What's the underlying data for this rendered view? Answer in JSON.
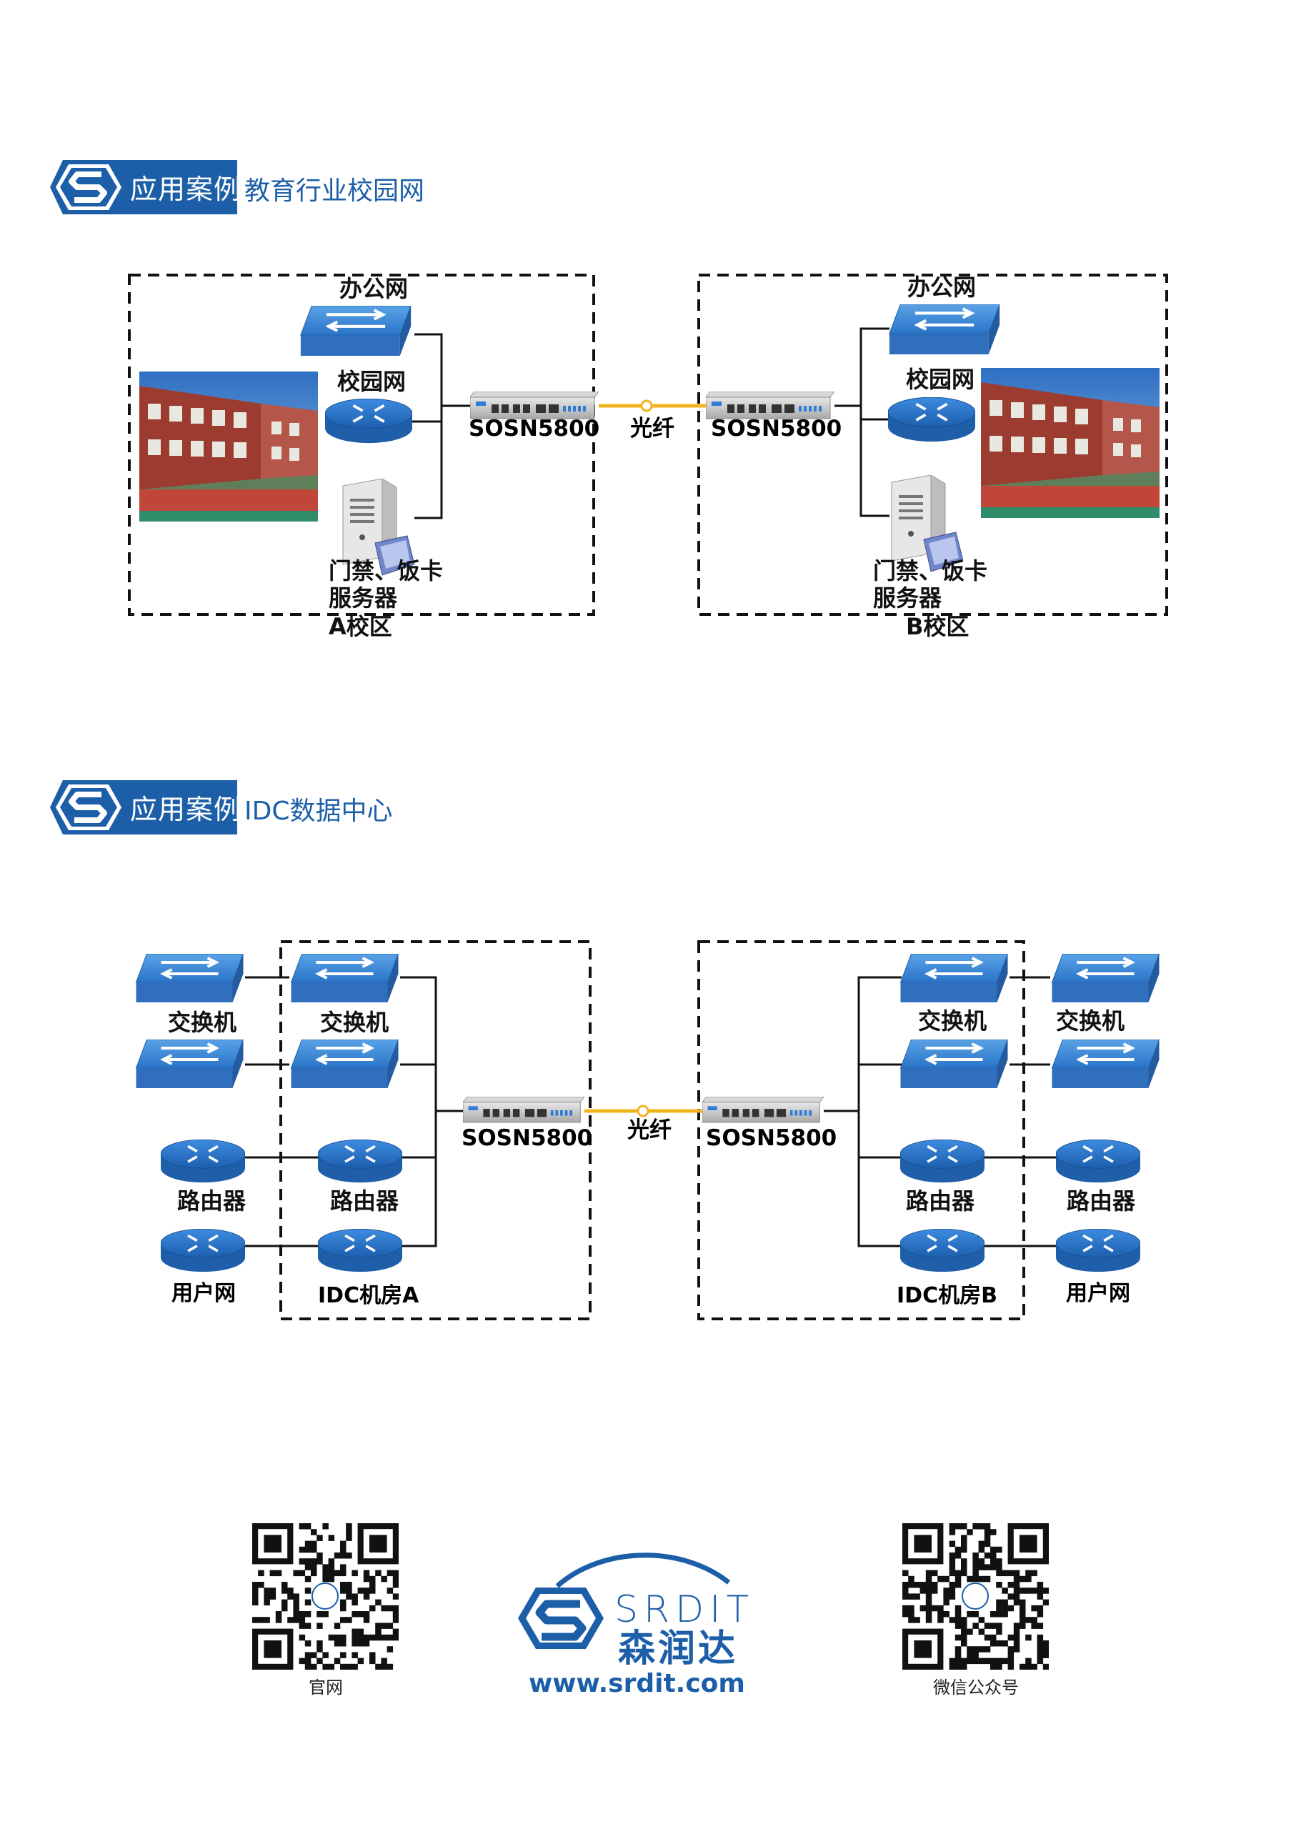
{
  "section1": {
    "badge": "应用案例",
    "title": "教育行业校园网",
    "left": {
      "net1": "办公网",
      "net2": "校园网",
      "server_line1": "门禁、饭卡",
      "server_line2": "服务器",
      "device": "SOSN5800",
      "campus": "A校区"
    },
    "link": "光纤",
    "right": {
      "net1": "办公网",
      "net2": "校园网",
      "server_line1": "门禁、饭卡",
      "server_line2": "服务器",
      "device": "SOSN5800",
      "campus": "B校区"
    }
  },
  "section2": {
    "badge": "应用案例",
    "title": "IDC数据中心",
    "left": {
      "ext_switch": "交换机",
      "ext_router": "路由器",
      "ext_user": "用户网",
      "in_switch": "交换机",
      "in_router": "路由器",
      "room": "IDC机房A",
      "device": "SOSN5800"
    },
    "link": "光纤",
    "right": {
      "in_switch": "交换机",
      "ext_switch": "交换机",
      "in_router": "路由器",
      "ext_router": "路由器",
      "room": "IDC机房B",
      "ext_user": "用户网",
      "device": "SOSN5800"
    }
  },
  "footer": {
    "qr_left_caption": "官网",
    "logo_en": "SRDIT",
    "logo_cn": "森润达",
    "url": "www.srdit.com",
    "qr_right_caption": "微信公众号",
    "colors": {
      "brand": "#1c5fa8",
      "fiber": "#f2b41c"
    }
  }
}
